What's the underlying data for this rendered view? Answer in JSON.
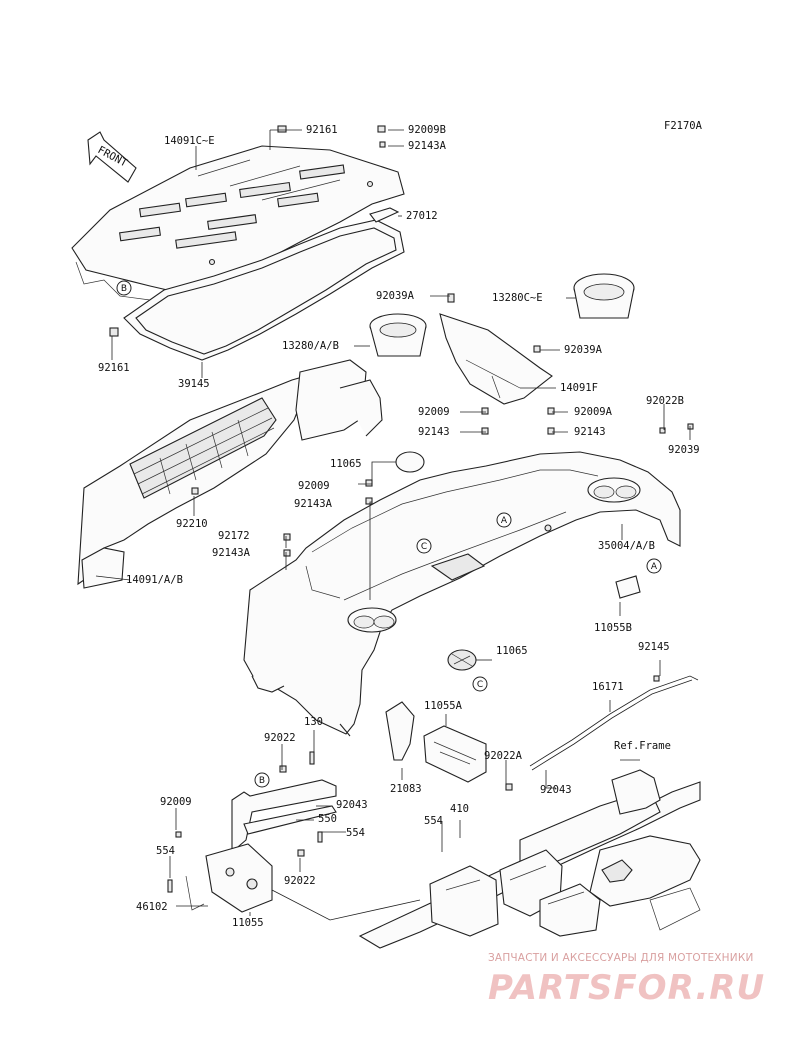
{
  "figure_code": "F2170A",
  "front_marker": "FRONT",
  "callouts": {
    "a": "A",
    "b": "B",
    "c": "C"
  },
  "labels": {
    "p14091ce": "14091C~E",
    "p92161_top": "92161",
    "p92009b": "92009B",
    "p92143a_top": "92143A",
    "p27012": "27012",
    "p92161_left": "92161",
    "p39145": "39145",
    "p92039a_l": "92039A",
    "p13280ce": "13280C~E",
    "p13280ab": "13280/A/B",
    "p92039a_r": "92039A",
    "p14091f": "14091F",
    "p92009_mid": "92009",
    "p92009a": "92009A",
    "p92022b": "92022B",
    "p92143_mid": "92143",
    "p92143_r": "92143",
    "p92039": "92039",
    "p11065_top": "11065",
    "p92009_l": "92009",
    "p92143a_l": "92143A",
    "p92210": "92210",
    "p35004ab": "35004/A/B",
    "p92172": "92172",
    "p92143a_l2": "92143A",
    "p14091ab": "14091/A/B",
    "p11055b": "11055B",
    "p11065_bot": "11065",
    "p92145": "92145",
    "p16171": "16171",
    "p130": "130",
    "p11055a": "11055A",
    "ref_frame": "Ref.Frame",
    "p92022": "92022",
    "p92022a": "92022A",
    "p21083": "21083",
    "p92043_r": "92043",
    "p92009_bl": "92009",
    "p92043_l": "92043",
    "p410": "410",
    "p550": "550",
    "p554_mid": "554",
    "p554_right": "554",
    "p554_left": "554",
    "p92022_bot": "92022",
    "p46102": "46102",
    "p11055": "11055"
  },
  "watermark": {
    "tagline": "ЗАПЧАСТИ И АКСЕССУАРЫ ДЛЯ МОТОТЕХНИКИ",
    "logo": "PARTSFOR.RU"
  }
}
